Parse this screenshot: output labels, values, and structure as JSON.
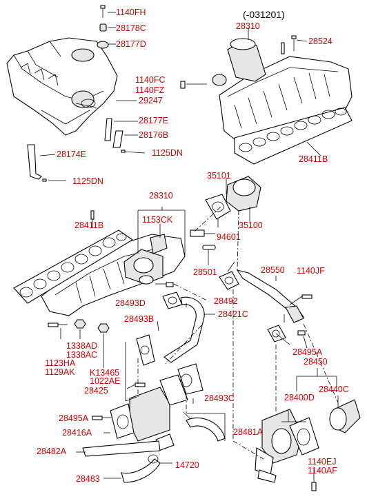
{
  "diagram": {
    "variant_note": "(-031201)",
    "labels": {
      "l_1140FH": "1140FH",
      "l_28178C": "28178C",
      "l_28177D": "28177D",
      "l_28310_top": "28310",
      "l_28524": "28524",
      "l_1140FC": "1140FC",
      "l_1140FZ": "1140FZ",
      "l_29247": "29247",
      "l_28177E": "28177E",
      "l_28176B": "28176B",
      "l_1125DN_a": "1125DN",
      "l_28174E": "28174E",
      "l_28411B_top": "28411B",
      "l_1125DN_b": "1125DN",
      "l_35101": "35101",
      "l_28310_mid": "28310",
      "l_1153CK": "1153CK",
      "l_28411B_mid": "28411B",
      "l_35100": "35100",
      "l_94601": "94601",
      "l_28501": "28501",
      "l_28550": "28550",
      "l_1140JF": "1140JF",
      "l_28492": "28492",
      "l_28493D": "28493D",
      "l_28421C": "28421C",
      "l_28493B": "28493B",
      "l_1338AD": "1338AD",
      "l_1338AC": "1338AC",
      "l_1123HA": "1123HA",
      "l_1129AK": "1129AK",
      "l_K13465": "K13465",
      "l_1022AE": "1022AE",
      "l_28495A_r": "28495A",
      "l_28450": "28450",
      "l_28425": "28425",
      "l_28400D": "28400D",
      "l_28440C": "28440C",
      "l_28493C": "28493C",
      "l_28495A_l": "28495A",
      "l_28416A": "28416A",
      "l_28481A": "28481A",
      "l_28482A": "28482A",
      "l_14720": "14720",
      "l_28483": "28483",
      "l_1140EJ": "1140EJ",
      "l_1140AF": "1140AF"
    }
  }
}
